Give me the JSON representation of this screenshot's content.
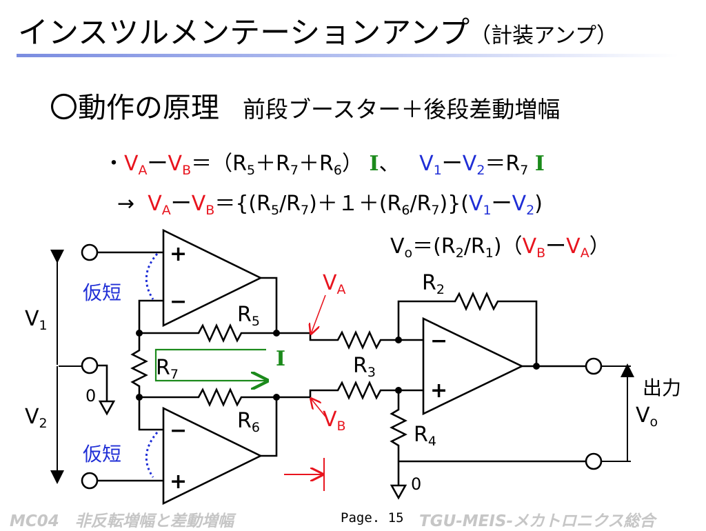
{
  "title": {
    "main": "インスツルメンテーションアンプ",
    "paren": "（計装アンプ）"
  },
  "subtitle": {
    "heading": "〇動作の原理",
    "description": "前段ブースター＋後段差動増幅"
  },
  "equations": {
    "eq1": {
      "bullet": "・",
      "va": "V",
      "va_sub": "A",
      "minus1": "ー",
      "vb": "V",
      "vb_sub": "B",
      "rest1": "＝（R",
      "r5": "5",
      "plus1": "＋R",
      "r7": "7",
      "plus2": "＋R",
      "r6": "6",
      "close": "）",
      "i1": "I",
      "comma": "、",
      "v1": "V",
      "v1_sub": "1",
      "minus2": "ー",
      "v2": "V",
      "v2_sub": "2",
      "rest2": "＝R",
      "r7b": "7",
      "i2": "I"
    },
    "eq2": {
      "arrow": "→",
      "va": "V",
      "va_sub": "A",
      "minus1": "ー",
      "vb": "V",
      "vb_sub": "B",
      "part1": "＝{(R",
      "r5": "5",
      "part2": "/R",
      "r7": "7",
      "part3": ")＋１＋(R",
      "r6": "6",
      "part4": "/R",
      "r7b": "7",
      "part5": ")}(",
      "v1": "V",
      "v1_sub": "1",
      "minus2": "ー",
      "v2": "V",
      "v2_sub": "2",
      "close": ")"
    },
    "eq3": {
      "vo": "V",
      "vo_sub": "o",
      "part1": "＝(R",
      "r2": "2",
      "part2": "/R",
      "r1": "1",
      "part3": ")（",
      "vb": "V",
      "vb_sub": "B",
      "minus": "ー",
      "va": "V",
      "va_sub": "A",
      "close": "）"
    }
  },
  "circuit": {
    "v1_label": "V",
    "v1_sub": "1",
    "v2_label": "V",
    "v2_sub": "2",
    "virtual_short_top": "仮短",
    "virtual_short_bottom": "仮短",
    "ground_left": "0",
    "ground_bottom": "0",
    "plus_sign": "+",
    "minus_sign": "−",
    "r5": "R",
    "r5_sub": "5",
    "r6": "R",
    "r6_sub": "6",
    "r7": "R",
    "r7_sub": "7",
    "r2": "R",
    "r2_sub": "2",
    "r3": "R",
    "r3_sub": "3",
    "r4": "R",
    "r4_sub": "4",
    "va": "V",
    "va_sub": "A",
    "vb": "V",
    "vb_sub": "B",
    "current": "I",
    "output_label": "出力",
    "vo": "V",
    "vo_sub": "o"
  },
  "footer": {
    "left": "MC04　非反転増幅と差動増幅",
    "page": "Page. 15",
    "right": "TGU-MEIS-メカトロニクス総合"
  },
  "colors": {
    "red": "#e8141e",
    "blue": "#1f2ed6",
    "green": "#1b8a1b",
    "footer_gray": "#c6c6c6"
  }
}
